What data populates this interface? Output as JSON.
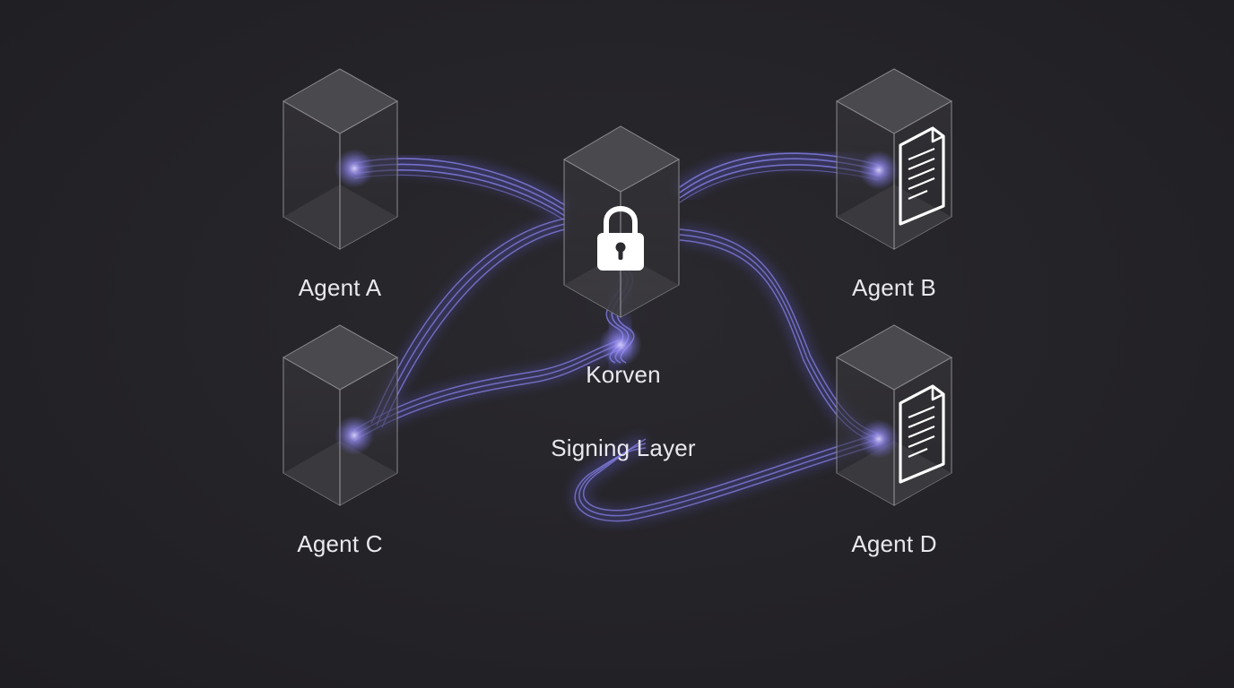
{
  "nodes": {
    "agent_a": {
      "label": "Agent A",
      "icon": "none"
    },
    "agent_b": {
      "label": "Agent B",
      "icon": "document-icon"
    },
    "agent_c": {
      "label": "Agent C",
      "icon": "none"
    },
    "agent_d": {
      "label": "Agent D",
      "icon": "document-icon"
    },
    "korven": {
      "label": "Korven",
      "sublabel": "Signing Layer",
      "icon": "lock-icon"
    }
  },
  "connections": [
    {
      "from": "Agent A",
      "to": "Korven"
    },
    {
      "from": "Korven",
      "to": "Agent B"
    },
    {
      "from": "Agent C",
      "to": "Korven"
    },
    {
      "from": "Korven",
      "to": "Agent D"
    }
  ],
  "colors": {
    "background": "#232226",
    "box_face": "#4a494d",
    "box_edge": "#8a898e",
    "stream": "#6e6bd6",
    "glow": "#9d92ff",
    "text": "#e9e8ee"
  }
}
